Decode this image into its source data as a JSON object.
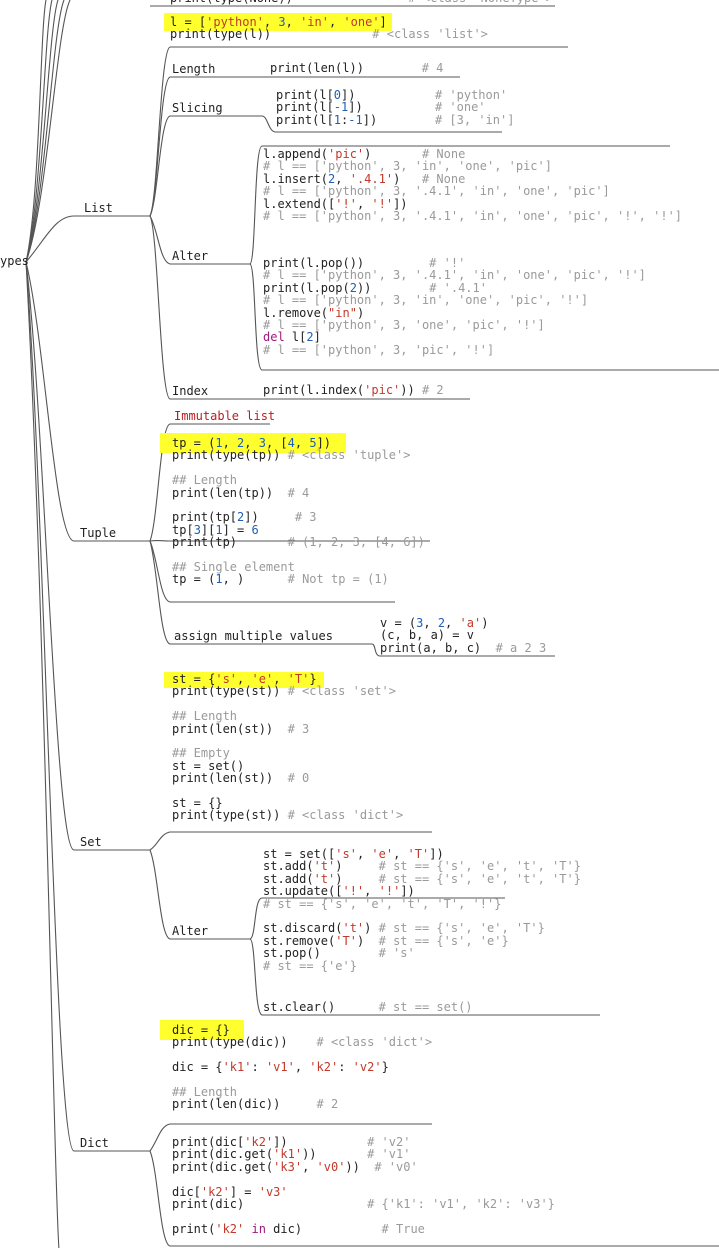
{
  "colors": {
    "string": "#c0392b",
    "number": "#1f5fb5",
    "comment": "#9a9a9a",
    "keyword": "#a0197c",
    "highlight": "#ffff2e"
  },
  "nodes": {
    "root": "ypes",
    "list": "List",
    "tuple": "Tuple",
    "set": "Set",
    "dict": "Dict",
    "length": "Length",
    "slicing": "Slicing",
    "alter": "Alter",
    "index": "Index",
    "assign": "assign multiple values",
    "set_alter": "Alter"
  },
  "code": {
    "top_cut": [
      [
        [
          "print(type(None))",
          "t"
        ],
        [
          "                # <class 'NoneType'>",
          "c"
        ]
      ]
    ],
    "list_def": [
      [
        [
          "l = [",
          "t"
        ],
        [
          "'python'",
          "s"
        ],
        [
          ", ",
          "t"
        ],
        [
          "3",
          "n"
        ],
        [
          ", ",
          "t"
        ],
        [
          "'in'",
          "s"
        ],
        [
          ", ",
          "t"
        ],
        [
          "'one'",
          "s"
        ],
        [
          "]",
          "t"
        ]
      ],
      [
        [
          "print(type(l))",
          "t"
        ],
        [
          "              # <class 'list'>",
          "c"
        ]
      ]
    ],
    "list_length": [
      [
        [
          "print(len(l))",
          "t"
        ],
        [
          "        # 4",
          "c"
        ]
      ]
    ],
    "list_slicing": [
      [
        [
          "print(l[",
          "t"
        ],
        [
          "0",
          "n"
        ],
        [
          "])",
          "t"
        ],
        [
          "           # 'python'",
          "c"
        ]
      ],
      [
        [
          "print(l[",
          "t"
        ],
        [
          "-1",
          "n"
        ],
        [
          "])",
          "t"
        ],
        [
          "          # 'one'",
          "c"
        ]
      ],
      [
        [
          "print(l[",
          "t"
        ],
        [
          "1",
          "n"
        ],
        [
          ":",
          "t"
        ],
        [
          "-1",
          "n"
        ],
        [
          "])",
          "t"
        ],
        [
          "        # [3, 'in']",
          "c"
        ]
      ]
    ],
    "list_alter1": [
      [
        [
          "l.append(",
          "t"
        ],
        [
          "'pic'",
          "s"
        ],
        [
          ")",
          "t"
        ],
        [
          "       # None",
          "c"
        ]
      ],
      [
        [
          "# l == ['python', 3, 'in', 'one', 'pic']",
          "c"
        ]
      ],
      [
        [
          "l.insert(",
          "t"
        ],
        [
          "2",
          "n"
        ],
        [
          ", ",
          "t"
        ],
        [
          "'.4.1'",
          "s"
        ],
        [
          ")",
          "t"
        ],
        [
          "   # None",
          "c"
        ]
      ],
      [
        [
          "# l == ['python', 3, '.4.1', 'in', 'one', 'pic']",
          "c"
        ]
      ],
      [
        [
          "l.extend([",
          "t"
        ],
        [
          "'!'",
          "s"
        ],
        [
          ", ",
          "t"
        ],
        [
          "'!'",
          "s"
        ],
        [
          "])",
          "t"
        ]
      ],
      [
        [
          "# l == ['python', 3, '.4.1', 'in', 'one', 'pic', '!', '!']",
          "c"
        ]
      ]
    ],
    "list_alter2": [
      [
        [
          "print(l.pop())",
          "t"
        ],
        [
          "         # '!'",
          "c"
        ]
      ],
      [
        [
          "# l == ['python', 3, '.4.1', 'in', 'one', 'pic', '!']",
          "c"
        ]
      ],
      [
        [
          "print(l.pop(",
          "t"
        ],
        [
          "2",
          "n"
        ],
        [
          "))",
          "t"
        ],
        [
          "        # '.4.1'",
          "c"
        ]
      ],
      [
        [
          "# l == ['python', 3, 'in', 'one', 'pic', '!']",
          "c"
        ]
      ],
      [
        [
          "l.remove(",
          "t"
        ],
        [
          "\"in\"",
          "s"
        ],
        [
          ")",
          "t"
        ]
      ],
      [
        [
          "# l == ['python', 3, 'one', 'pic', '!']",
          "c"
        ]
      ],
      [
        [
          "del",
          "k"
        ],
        [
          " l[",
          "t"
        ],
        [
          "2",
          "n"
        ],
        [
          "]",
          "t"
        ]
      ],
      [
        [
          "# l == ['python', 3, 'pic', '!']",
          "c"
        ]
      ]
    ],
    "list_index": [
      [
        [
          "print(l.index(",
          "t"
        ],
        [
          "'pic'",
          "s"
        ],
        [
          "))",
          "t"
        ],
        [
          " # 2",
          "c"
        ]
      ]
    ],
    "tuple_note": [
      [
        [
          "Immutable list",
          "e"
        ]
      ]
    ],
    "tuple_main": [
      [
        [
          "tp = (",
          "t"
        ],
        [
          "1",
          "n"
        ],
        [
          ", ",
          "t"
        ],
        [
          "2",
          "n"
        ],
        [
          ", ",
          "t"
        ],
        [
          "3",
          "n"
        ],
        [
          ", [",
          "t"
        ],
        [
          "4",
          "n"
        ],
        [
          ", ",
          "t"
        ],
        [
          "5",
          "n"
        ],
        [
          "])",
          "t"
        ]
      ],
      [
        [
          "print(type(tp))",
          "t"
        ],
        [
          " # <class 'tuple'>",
          "c"
        ]
      ],
      [
        [
          "",
          "t"
        ]
      ],
      [
        [
          "## Length",
          "c"
        ]
      ],
      [
        [
          "print(len(tp))",
          "t"
        ],
        [
          "  # 4",
          "c"
        ]
      ],
      [
        [
          "",
          "t"
        ]
      ],
      [
        [
          "print(tp[",
          "t"
        ],
        [
          "2",
          "n"
        ],
        [
          "])",
          "t"
        ],
        [
          "     # 3",
          "c"
        ]
      ],
      [
        [
          "tp[",
          "t"
        ],
        [
          "3",
          "n"
        ],
        [
          "][",
          "t"
        ],
        [
          "1",
          "n"
        ],
        [
          "] = ",
          "t"
        ],
        [
          "6",
          "n"
        ]
      ],
      [
        [
          "print(tp)",
          "t"
        ],
        [
          "       # (1, 2, 3, [4, 6])",
          "c"
        ]
      ],
      [
        [
          "",
          "t"
        ]
      ],
      [
        [
          "## Single element",
          "c"
        ]
      ],
      [
        [
          "tp = (",
          "t"
        ],
        [
          "1",
          "n"
        ],
        [
          ", )",
          "t"
        ],
        [
          "      # Not tp = (1)",
          "c"
        ]
      ]
    ],
    "tuple_assign": [
      [
        [
          "v = (",
          "t"
        ],
        [
          "3",
          "n"
        ],
        [
          ", ",
          "t"
        ],
        [
          "2",
          "n"
        ],
        [
          ", ",
          "t"
        ],
        [
          "'a'",
          "s"
        ],
        [
          ")",
          "t"
        ]
      ],
      [
        [
          "(c, b, a) = v",
          "t"
        ]
      ],
      [
        [
          "print(a, b, c)",
          "t"
        ],
        [
          "  # a 2 3",
          "c"
        ]
      ]
    ],
    "set_main": [
      [
        [
          "st = {",
          "t"
        ],
        [
          "'s'",
          "s"
        ],
        [
          ", ",
          "t"
        ],
        [
          "'e'",
          "s"
        ],
        [
          ", ",
          "t"
        ],
        [
          "'T'",
          "s"
        ],
        [
          "}",
          "t"
        ]
      ],
      [
        [
          "print(type(st))",
          "t"
        ],
        [
          " # <class 'set'>",
          "c"
        ]
      ],
      [
        [
          "",
          "t"
        ]
      ],
      [
        [
          "## Length",
          "c"
        ]
      ],
      [
        [
          "print(len(st))",
          "t"
        ],
        [
          "  # 3",
          "c"
        ]
      ],
      [
        [
          "",
          "t"
        ]
      ],
      [
        [
          "## Empty",
          "c"
        ]
      ],
      [
        [
          "st = set()",
          "t"
        ]
      ],
      [
        [
          "print(len(st))",
          "t"
        ],
        [
          "  # 0",
          "c"
        ]
      ],
      [
        [
          "",
          "t"
        ]
      ],
      [
        [
          "st = {}",
          "t"
        ]
      ],
      [
        [
          "print(type(st))",
          "t"
        ],
        [
          " # <class 'dict'>",
          "c"
        ]
      ]
    ],
    "set_alter1": [
      [
        [
          "st = set([",
          "t"
        ],
        [
          "'s'",
          "s"
        ],
        [
          ", ",
          "t"
        ],
        [
          "'e'",
          "s"
        ],
        [
          ", ",
          "t"
        ],
        [
          "'T'",
          "s"
        ],
        [
          "])",
          "t"
        ]
      ],
      [
        [
          "st.add(",
          "t"
        ],
        [
          "'t'",
          "s"
        ],
        [
          ")",
          "t"
        ],
        [
          "     # st == {'s', 'e', 't', 'T'}",
          "c"
        ]
      ],
      [
        [
          "st.add(",
          "t"
        ],
        [
          "'t'",
          "s"
        ],
        [
          ")",
          "t"
        ],
        [
          "     # st == {'s', 'e', 't', 'T'}",
          "c"
        ]
      ],
      [
        [
          "st.update([",
          "t"
        ],
        [
          "'!'",
          "s"
        ],
        [
          ", ",
          "t"
        ],
        [
          "'!'",
          "s"
        ],
        [
          "])",
          "t"
        ]
      ],
      [
        [
          "# st == {'s', 'e', 't', 'T', '!'}",
          "c"
        ]
      ],
      [
        [
          "",
          "t"
        ]
      ],
      [
        [
          "st.discard(",
          "t"
        ],
        [
          "'t'",
          "s"
        ],
        [
          ")",
          "t"
        ],
        [
          " # st == {'s', 'e', 'T'}",
          "c"
        ]
      ],
      [
        [
          "st.remove(",
          "t"
        ],
        [
          "'T'",
          "s"
        ],
        [
          ")",
          "t"
        ],
        [
          "  # st == {'s', 'e'}",
          "c"
        ]
      ],
      [
        [
          "st.pop()",
          "t"
        ],
        [
          "        # 's'",
          "c"
        ]
      ],
      [
        [
          "# st == {'e'}",
          "c"
        ]
      ]
    ],
    "set_clear": [
      [
        [
          "st.clear()",
          "t"
        ],
        [
          "      # st == set()",
          "c"
        ]
      ]
    ],
    "dict_main": [
      [
        [
          "dic = {}",
          "t"
        ]
      ],
      [
        [
          "print(type(dic))",
          "t"
        ],
        [
          "    # <class 'dict'>",
          "c"
        ]
      ],
      [
        [
          "",
          "t"
        ]
      ],
      [
        [
          "dic = {",
          "t"
        ],
        [
          "'k1'",
          "s"
        ],
        [
          ": ",
          "t"
        ],
        [
          "'v1'",
          "s"
        ],
        [
          ", ",
          "t"
        ],
        [
          "'k2'",
          "s"
        ],
        [
          ": ",
          "t"
        ],
        [
          "'v2'",
          "s"
        ],
        [
          "}",
          "t"
        ]
      ],
      [
        [
          "",
          "t"
        ]
      ],
      [
        [
          "## Length",
          "c"
        ]
      ],
      [
        [
          "print(len(dic))",
          "t"
        ],
        [
          "     # 2",
          "c"
        ]
      ]
    ],
    "dict_get": [
      [
        [
          "print(dic[",
          "t"
        ],
        [
          "'k2'",
          "s"
        ],
        [
          "])",
          "t"
        ],
        [
          "           # 'v2'",
          "c"
        ]
      ],
      [
        [
          "print(dic.get(",
          "t"
        ],
        [
          "'k1'",
          "s"
        ],
        [
          "))",
          "t"
        ],
        [
          "       # 'v1'",
          "c"
        ]
      ],
      [
        [
          "print(dic.get(",
          "t"
        ],
        [
          "'k3'",
          "s"
        ],
        [
          ", ",
          "t"
        ],
        [
          "'v0'",
          "s"
        ],
        [
          "))",
          "t"
        ],
        [
          "  # 'v0'",
          "c"
        ]
      ],
      [
        [
          "",
          "t"
        ]
      ],
      [
        [
          "dic[",
          "t"
        ],
        [
          "'k2'",
          "s"
        ],
        [
          "] = ",
          "t"
        ],
        [
          "'v3'",
          "s"
        ]
      ],
      [
        [
          "print(dic)",
          "t"
        ],
        [
          "                 # {'k1': 'v1', 'k2': 'v3'}",
          "c"
        ]
      ],
      [
        [
          "",
          "t"
        ]
      ],
      [
        [
          "print(",
          "t"
        ],
        [
          "'k2'",
          "s"
        ],
        [
          " ",
          "t"
        ],
        [
          "in",
          "k"
        ],
        [
          " dic)",
          "t"
        ],
        [
          "           # True",
          "c"
        ]
      ]
    ]
  }
}
